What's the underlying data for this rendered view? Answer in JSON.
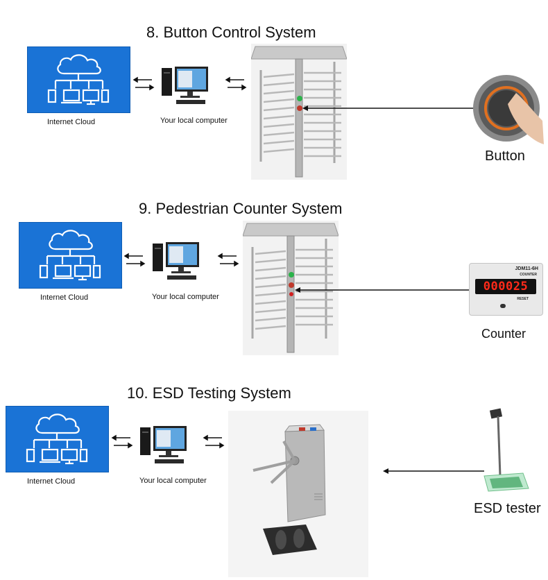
{
  "sections": [
    {
      "title": "8. Button Control System",
      "cloud_caption": "Internet Cloud",
      "computer_caption": "Your local computer",
      "device_caption": "Button"
    },
    {
      "title": "9. Pedestrian Counter System",
      "cloud_caption": "Internet Cloud",
      "computer_caption": "Your local computer",
      "device_caption": "Counter",
      "counter_model": "JDM11-6H",
      "counter_label": "COUNTER",
      "counter_value": "000025",
      "counter_reset": "RESET"
    },
    {
      "title": "10. ESD Testing System",
      "cloud_caption": "Internet Cloud",
      "computer_caption": "Your local computer",
      "device_caption": "ESD tester"
    }
  ],
  "colors": {
    "cloud_panel": "#1a73d6",
    "counter_digits": "#ff2a1a",
    "button_ring": "#e07020"
  }
}
